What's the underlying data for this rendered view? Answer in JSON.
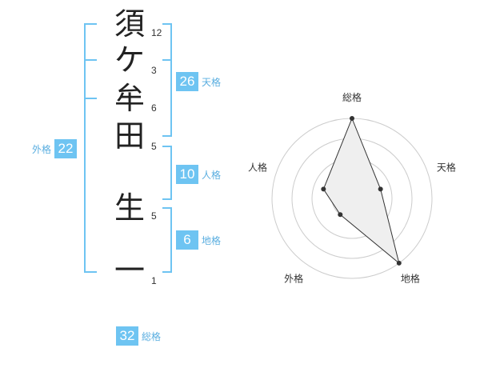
{
  "name_chars": [
    "須",
    "ケ",
    "牟",
    "田",
    "生",
    "一"
  ],
  "stroke_counts": [
    "12",
    "3",
    "6",
    "5",
    "5",
    "1"
  ],
  "scores": {
    "tenkaku": {
      "label": "天格",
      "value": "26"
    },
    "jinkaku": {
      "label": "人格",
      "value": "10"
    },
    "chikaku": {
      "label": "地格",
      "value": "6"
    },
    "gaikaku": {
      "label": "外格",
      "value": "22"
    },
    "soukaku": {
      "label": "総格",
      "value": "32"
    }
  },
  "radar": {
    "axes": [
      "総格",
      "天格",
      "地格",
      "外格",
      "人格"
    ],
    "levels": 4,
    "max": 4,
    "values": [
      4,
      1.5,
      4,
      1,
      1.5
    ],
    "colors": {
      "grid": "#cccccc",
      "line": "#333333",
      "fill": "#efefef",
      "point": "#333333",
      "center": "#cccccc"
    }
  },
  "colors": {
    "bracket": "#6ec4f2",
    "badge": "#6ec4f2",
    "badge_label": "#5aaee0"
  }
}
